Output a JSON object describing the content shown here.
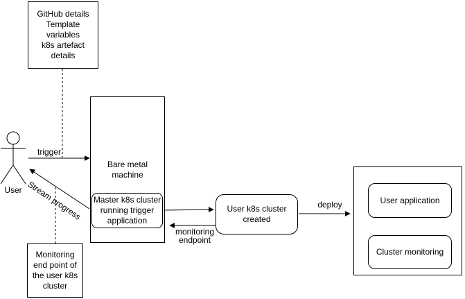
{
  "diagram": {
    "background_color": "#ffffff",
    "stroke_color": "#000000",
    "text_color": "#000000",
    "actor": {
      "label": "User"
    },
    "nodes": {
      "github_details": {
        "text": "GitHub details\nTemplate\nvariables\nk8s artefact\ndetails"
      },
      "bare_metal": {
        "text": "Bare metal\nmachine"
      },
      "master_cluster": {
        "text": "Master k8s cluster\nrunning trigger\napplication"
      },
      "user_cluster": {
        "text": "User k8s cluster\ncreated"
      },
      "user_application": {
        "text": "User application"
      },
      "cluster_monitoring": {
        "text": "Cluster monitoring"
      },
      "monitoring_endpoint_note": {
        "text": "Monitoring\nend point of\nthe user k8s\ncluster"
      }
    },
    "edges": {
      "trigger": {
        "label": "trigger"
      },
      "stream_progress": {
        "label": "Stream progress"
      },
      "monitoring_endpoint": {
        "label": "monitoring\nendpoint"
      },
      "deploy": {
        "label": "deploy"
      }
    }
  }
}
